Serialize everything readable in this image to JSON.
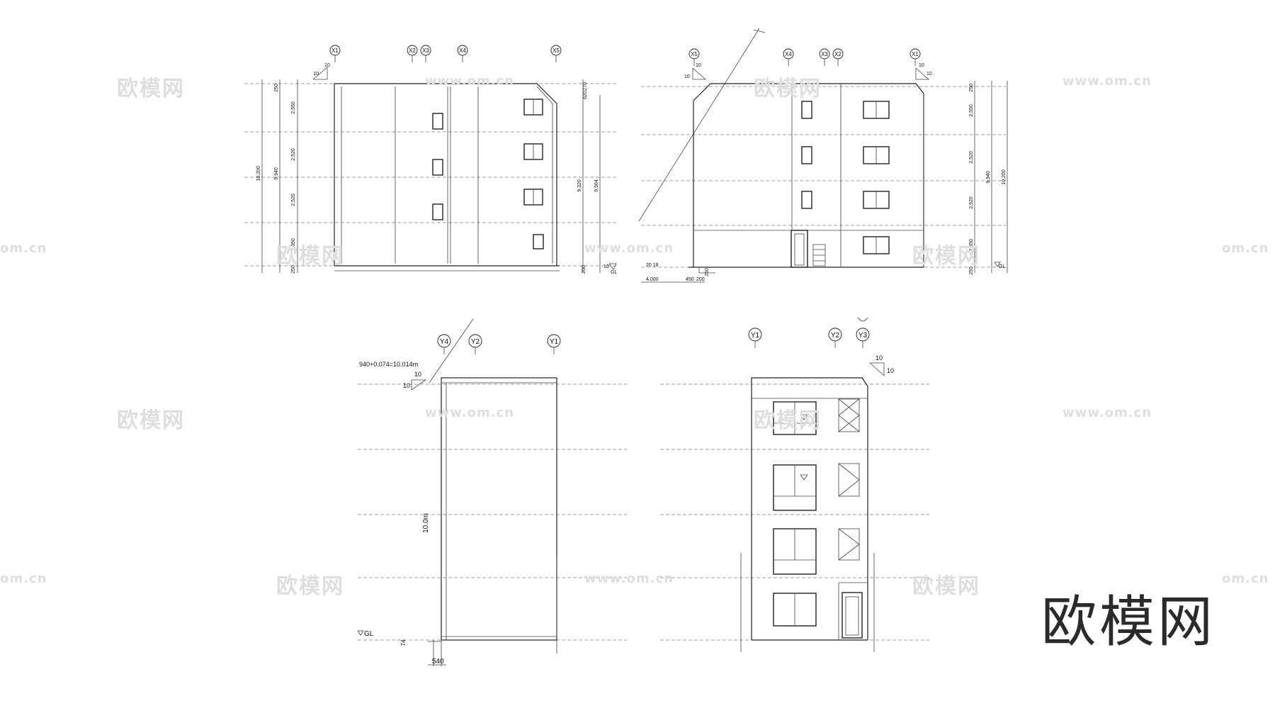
{
  "watermark": {
    "cn": "欧模网",
    "url": "www.om.cn",
    "url_short": "om.cn"
  },
  "brand_logo": "欧模网",
  "elevation_1": {
    "axes": [
      "X1",
      "X2",
      "X3",
      "X4",
      "X5"
    ],
    "dims_left": [
      "250",
      "2,550",
      "2,520",
      "2,520",
      "2,350",
      "250"
    ],
    "dims_total": [
      "10,200",
      "9,940"
    ],
    "dims_right": [
      "270",
      "620",
      "9,320",
      "9,564",
      "250",
      "10"
    ],
    "level_mark": "10",
    "level_mark_2": "10",
    "gl_mark": "GL"
  },
  "elevation_2": {
    "axes": [
      "X5",
      "X4",
      "X3",
      "X2",
      "X1"
    ],
    "dims_right": [
      "250",
      "2,550",
      "2,520",
      "2,520",
      "2,350",
      "250"
    ],
    "dims_total": [
      "9,940",
      "10,200"
    ],
    "dims_bottom": [
      "4,000",
      "450",
      "200",
      "250"
    ],
    "level_mark": "10",
    "level_mark_2": "10",
    "gl_mark": "GL",
    "small_note": "20 18"
  },
  "elevation_3": {
    "axes": [
      "Y4",
      "Y2",
      "Y1"
    ],
    "height_note": "940+0.074=10.014m",
    "height_label": "10.0m",
    "level_mark": "10",
    "level_mark_2": "10",
    "gl_mark": "GL",
    "dim_74": "74",
    "dim_540": "540"
  },
  "elevation_4": {
    "axes": [
      "Y1",
      "Y2",
      "Y3"
    ],
    "level_mark": "10",
    "level_mark_2": "10"
  }
}
